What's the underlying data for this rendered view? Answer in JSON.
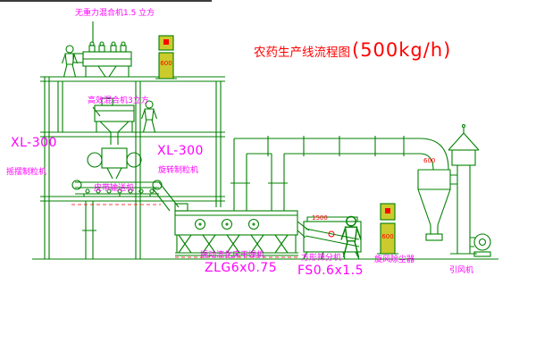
{
  "title": {
    "name": "农药生产线流程图",
    "capacity": "(500kg/h)"
  },
  "labels": {
    "mixer_top_label": "无重力混合机1.5 立方",
    "mixer_mid_label": "高效混合机3立方",
    "granulator_left_model": "XL-300",
    "granulator_left_name": "摇摆制粒机",
    "granulator_mid_model": "XL-300",
    "granulator_mid_name": "旋转制粒机",
    "conveyor_label": "皮带输送机",
    "dryer_label": "振动流化床干燥机",
    "dryer_model": "ZLG6x0.75",
    "sieve_label": "方形筛分机",
    "sieve_model": "FS0.6x1.5",
    "cyclone_label": "旋风除尘器",
    "fan_label": "引风机"
  },
  "annotations": {
    "panel_top_text": "600",
    "panel_right_text": "600",
    "sieve_dim_text": "1500",
    "cyclone_dim_text": "600"
  },
  "colors": {
    "line": "#008000",
    "label": "#ff00ff",
    "title": "#ff0000",
    "panel_fill": "#cbcb2e",
    "dashed": "#ff0000"
  }
}
